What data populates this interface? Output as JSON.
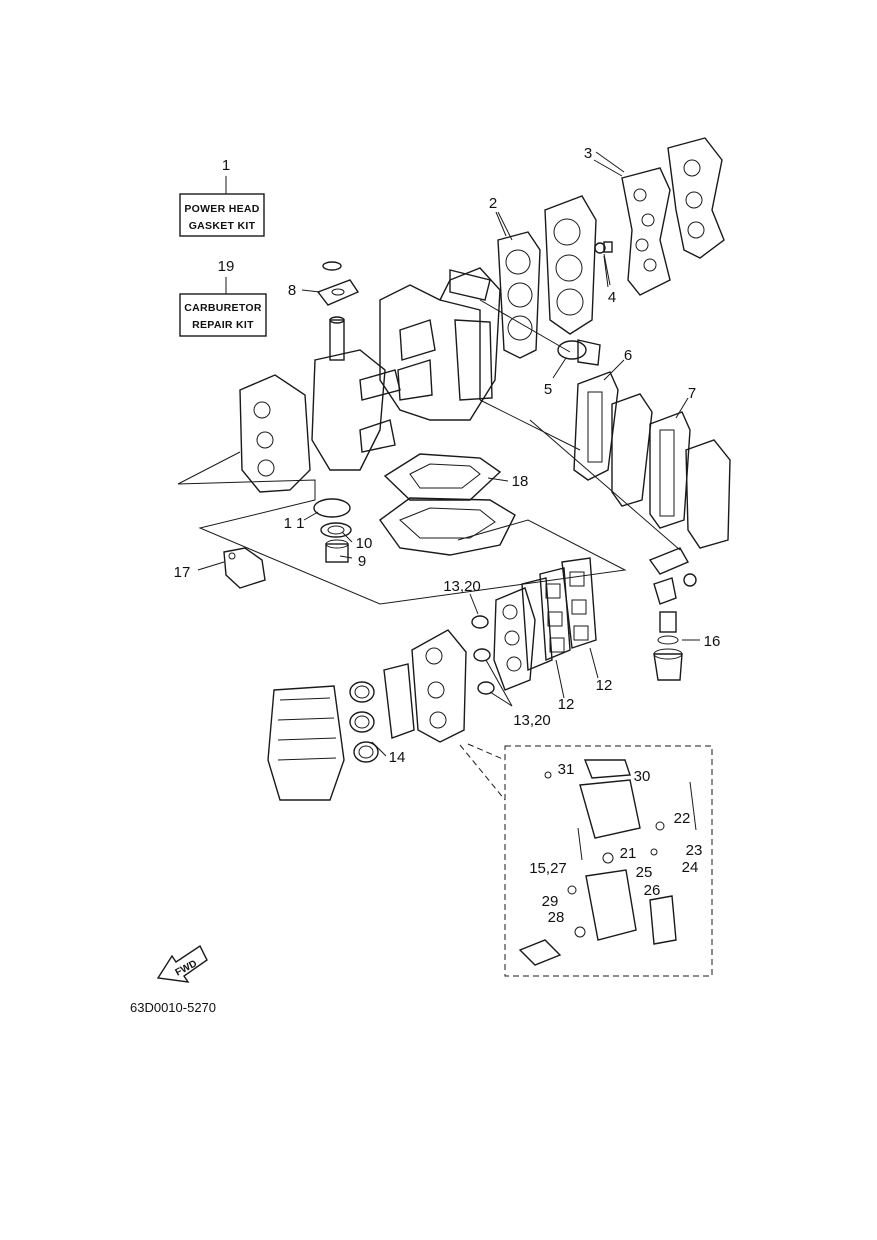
{
  "kits": {
    "power_head": {
      "number": "1",
      "line1": "POWER HEAD",
      "line2": "GASKET KIT"
    },
    "carburetor": {
      "number": "19",
      "line1": "CARBURETOR",
      "line2": "REPAIR KIT"
    }
  },
  "callouts": {
    "c2": "2",
    "c3": "3",
    "c4": "4",
    "c5": "5",
    "c6": "6",
    "c7": "7",
    "c8": "8",
    "c9": "9",
    "c10": "10",
    "c11": "1 1",
    "c12a": "12",
    "c12b": "12",
    "c13_20a": "13,20",
    "c13_20b": "13,20",
    "c14": "14",
    "c16": "16",
    "c17": "17",
    "c18": "18",
    "c21": "21",
    "c22": "22",
    "c23": "23",
    "c24": "24",
    "c25": "25",
    "c26": "26",
    "c28": "28",
    "c29": "29",
    "c30": "30",
    "c31": "31",
    "c15_27": "15,27"
  },
  "fwd_label": "FWD",
  "part_code": "63D0010-5270"
}
